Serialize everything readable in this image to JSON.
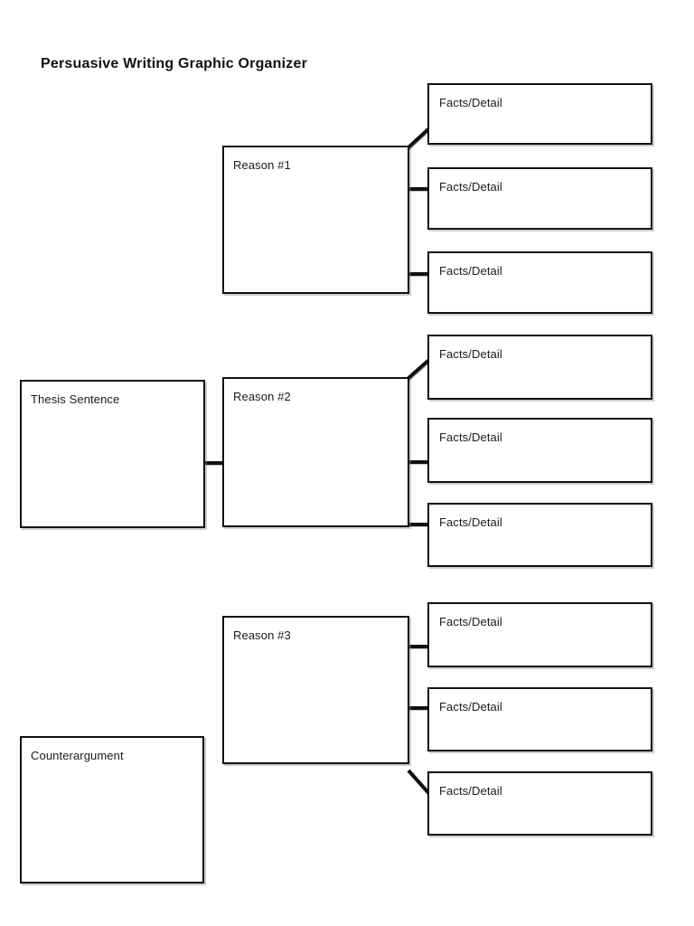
{
  "title": "Persuasive Writing Graphic Organizer",
  "boxes": {
    "thesis": {
      "label": "Thesis Sentence"
    },
    "reason1": {
      "label": "Reason #1"
    },
    "reason2": {
      "label": "Reason #2"
    },
    "reason3": {
      "label": "Reason #3"
    },
    "counterargument": {
      "label": "Counterargument"
    }
  },
  "facts": [
    {
      "label": "Facts/Detail"
    },
    {
      "label": "Facts/Detail"
    },
    {
      "label": "Facts/Detail"
    },
    {
      "label": "Facts/Detail"
    },
    {
      "label": "Facts/Detail"
    },
    {
      "label": "Facts/Detail"
    },
    {
      "label": "Facts/Detail"
    },
    {
      "label": "Facts/Detail"
    },
    {
      "label": "Facts/Detail"
    }
  ],
  "colors": {
    "page_background": "#ffffff",
    "box_border": "#111111",
    "connector": "#111111",
    "text": "#1a1a1a"
  }
}
